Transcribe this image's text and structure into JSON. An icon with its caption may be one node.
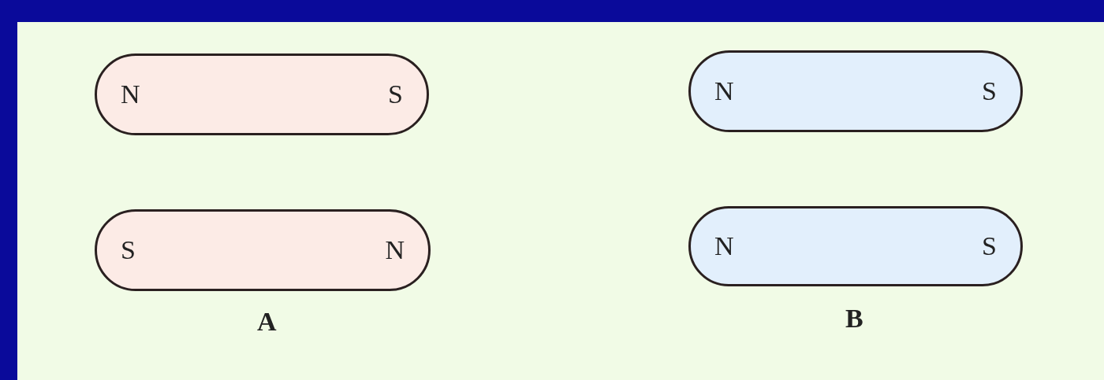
{
  "diagram": {
    "nodes": [
      {
        "text": [
          "N",
          "S"
        ]
      },
      {
        "text": [
          "S",
          "N"
        ]
      },
      {
        "text": [
          "N",
          "S"
        ]
      },
      {
        "text": [
          "N",
          "S"
        ]
      }
    ],
    "labels": [
      "A",
      "B"
    ]
  }
}
